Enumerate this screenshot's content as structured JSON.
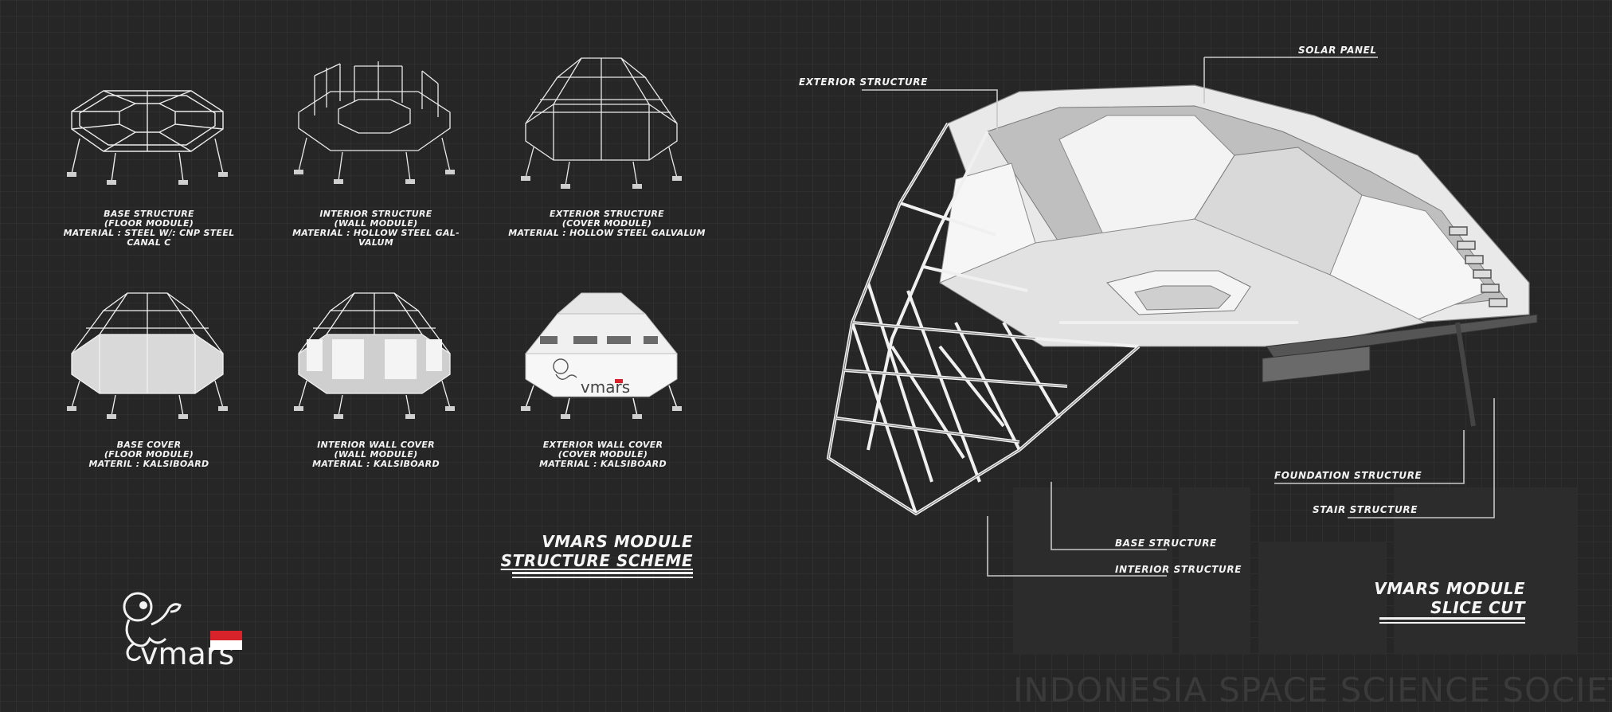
{
  "modules": [
    {
      "lines": [
        "BASE STRUCTURE",
        "(FLOOR MODULE)",
        "MATERIAL : STEEL W/: CNP STEEL",
        "CANAL C"
      ],
      "kind": "frame-floor"
    },
    {
      "lines": [
        "INTERIOR STRUCTURE",
        "(WALL MODULE)",
        "MATERIAL : HOLLOW STEEL GAL-",
        "VALUM"
      ],
      "kind": "frame-wall"
    },
    {
      "lines": [
        "EXTERIOR STRUCTURE",
        "(COVER MODULE)",
        "MATERIAL : HOLLOW STEEL GALVALUM"
      ],
      "kind": "frame-dome"
    },
    {
      "lines": [
        "BASE COVER",
        "(FLOOR MODULE)",
        "MATERIL : KALSIBOARD"
      ],
      "kind": "cover-floor"
    },
    {
      "lines": [
        "INTERIOR WALL COVER",
        "(WALL MODULE)",
        "MATERIAL : KALSIBOARD"
      ],
      "kind": "cover-wall"
    },
    {
      "lines": [
        "EXTERIOR WALL COVER",
        "(COVER MODULE)",
        "MATERIAL : KALSIBOARD"
      ],
      "kind": "cover-dome"
    }
  ],
  "structure_scheme_title": {
    "line1": "VMARS MODULE",
    "line2": "STRUCTURE SCHEME"
  },
  "slice_cut_title": {
    "line1": "VMARS MODULE",
    "line2": "SLICE CUT"
  },
  "callouts": {
    "exterior_structure": "EXTERIOR STRUCTURE",
    "solar_panel": "SOLAR PANEL",
    "foundation_structure": "FOUNDATION STRUCTURE",
    "stair_structure": "STAIR STRUCTURE",
    "base_structure": "BASE STRUCTURE",
    "interior_structure": "INTERIOR STRUCTURE"
  },
  "logo": {
    "text": "vmars",
    "thumb_logo_text": "vmars",
    "flag_colors": [
      "#d8232a",
      "#ffffff"
    ]
  },
  "watermark": "INDONESIA SPACE SCIENCE SOCIETY",
  "colors": {
    "background": "#262626",
    "line": "#f2f2f2",
    "panel_light": "#f0f0f0",
    "panel_mid": "#c8c8c8",
    "panel_dark": "#8a8a8a"
  }
}
